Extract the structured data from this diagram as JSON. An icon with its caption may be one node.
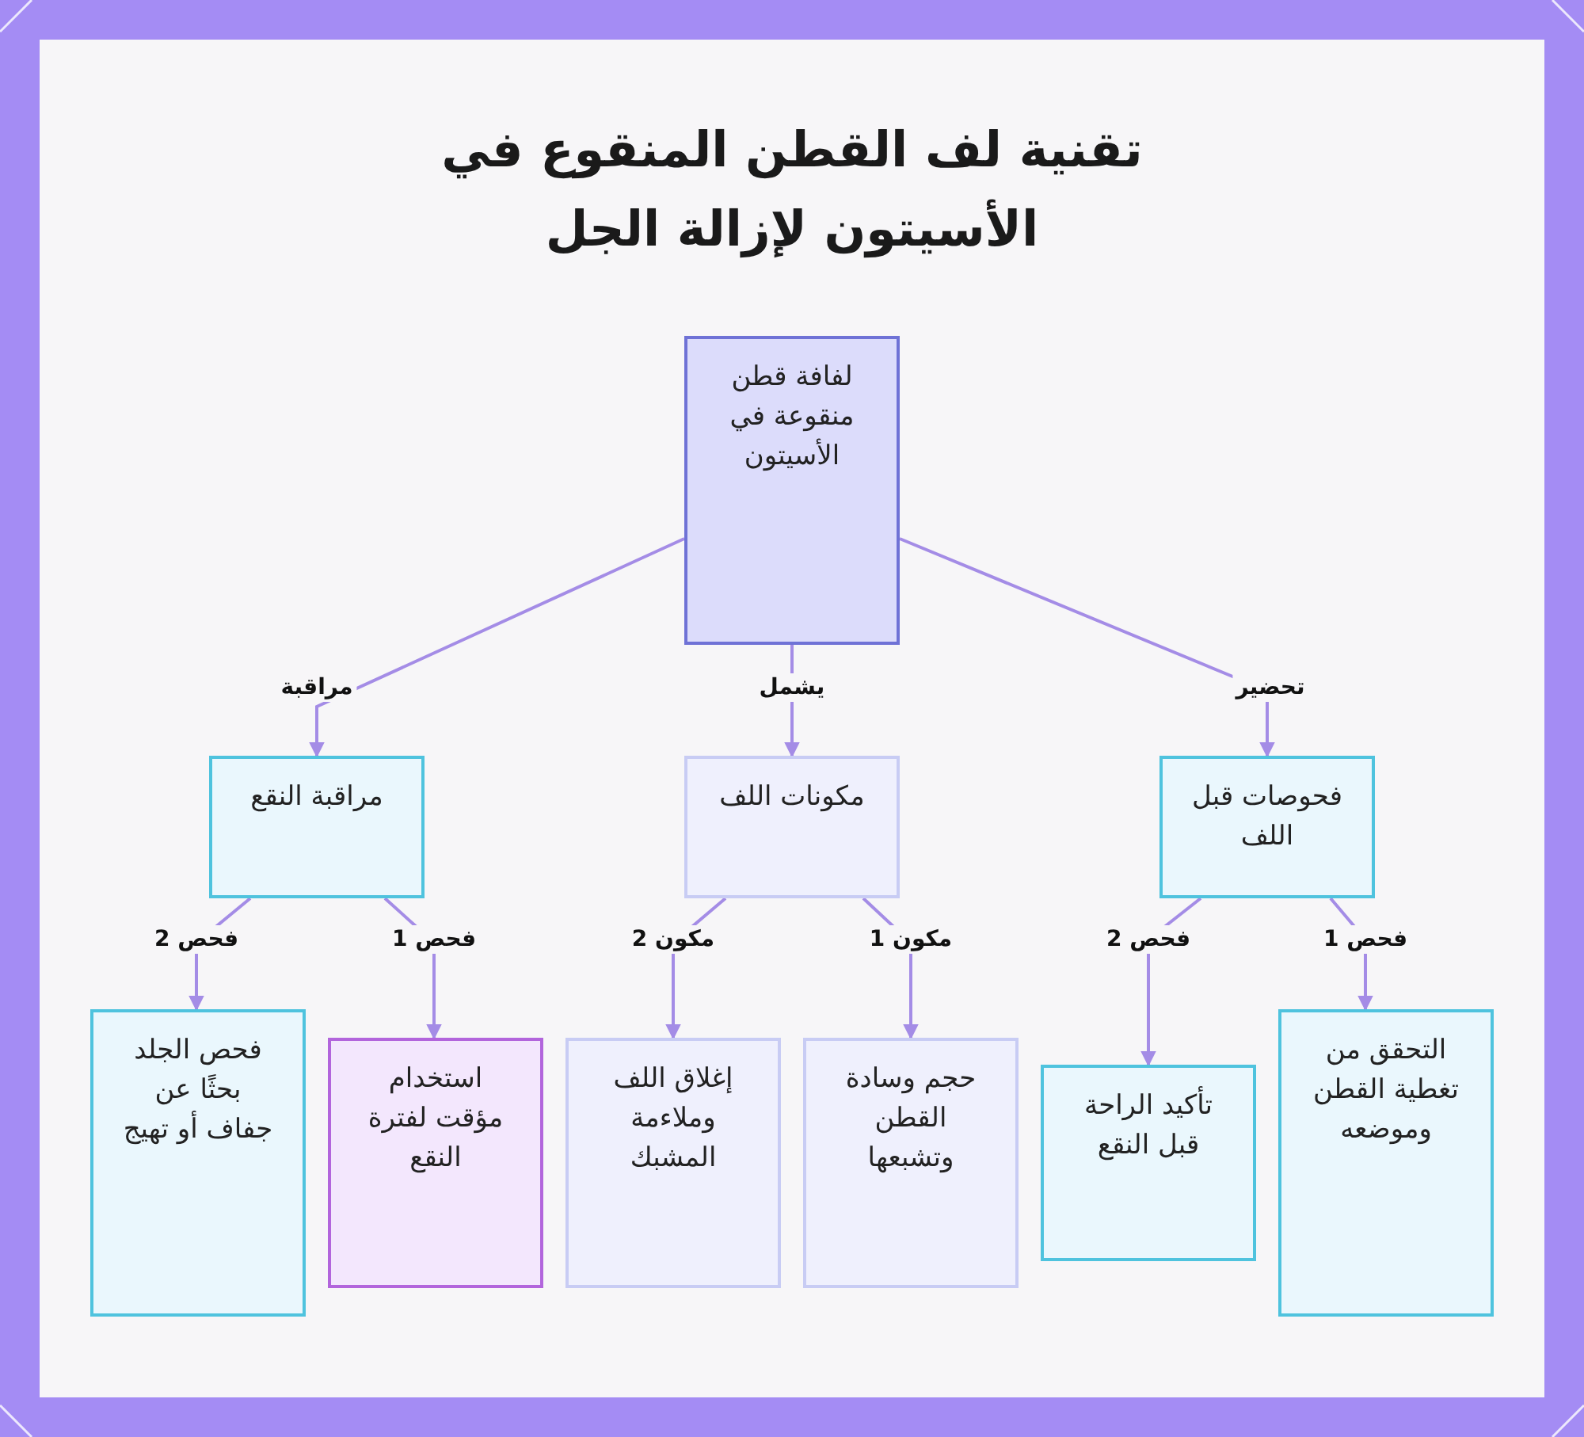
{
  "diagram": {
    "title": "تقنية لف القطن المنقوع في الأسيتون لإزالة الجل",
    "nodes": [
      {
        "text": [
          "لفافة قطن منقوعة في الأسيتون"
        ]
      },
      {
        "text": [
          "فحوصات قبل اللف"
        ]
      },
      {
        "text": [
          "مكونات اللف"
        ]
      },
      {
        "text": [
          "مراقبة النقع"
        ]
      },
      {
        "text": [
          "التحقق من تغطية القطن وموضعه"
        ]
      },
      {
        "text": [
          "تأكيد الراحة قبل النقع"
        ]
      },
      {
        "text": [
          "حجم وسادة القطن وتشبعها"
        ]
      },
      {
        "text": [
          "إغلاق اللف وملاءمة المشبك"
        ]
      },
      {
        "text": [
          "استخدام مؤقت لفترة النقع"
        ]
      },
      {
        "text": [
          "فحص الجلد بحثًا عن جفاف أو تهيج"
        ]
      }
    ],
    "edges": [
      {
        "from": 0,
        "to": 1,
        "arrow": "to",
        "label": "تحضير"
      },
      {
        "from": 0,
        "to": 2,
        "arrow": "to",
        "label": "يشمل"
      },
      {
        "from": 0,
        "to": 3,
        "arrow": "to",
        "label": "مراقبة"
      },
      {
        "from": 1,
        "to": 4,
        "arrow": "to",
        "label": "فحص 1"
      },
      {
        "from": 1,
        "to": 5,
        "arrow": "to",
        "label": "فحص 2"
      },
      {
        "from": 2,
        "to": 6,
        "arrow": "to",
        "label": "مكون 1"
      },
      {
        "from": 2,
        "to": 7,
        "arrow": "to",
        "label": "مكون 2"
      },
      {
        "from": 3,
        "to": 8,
        "arrow": "to",
        "label": "فحص 1"
      },
      {
        "from": 3,
        "to": 9,
        "arrow": "to",
        "label": "فحص 2"
      }
    ]
  }
}
